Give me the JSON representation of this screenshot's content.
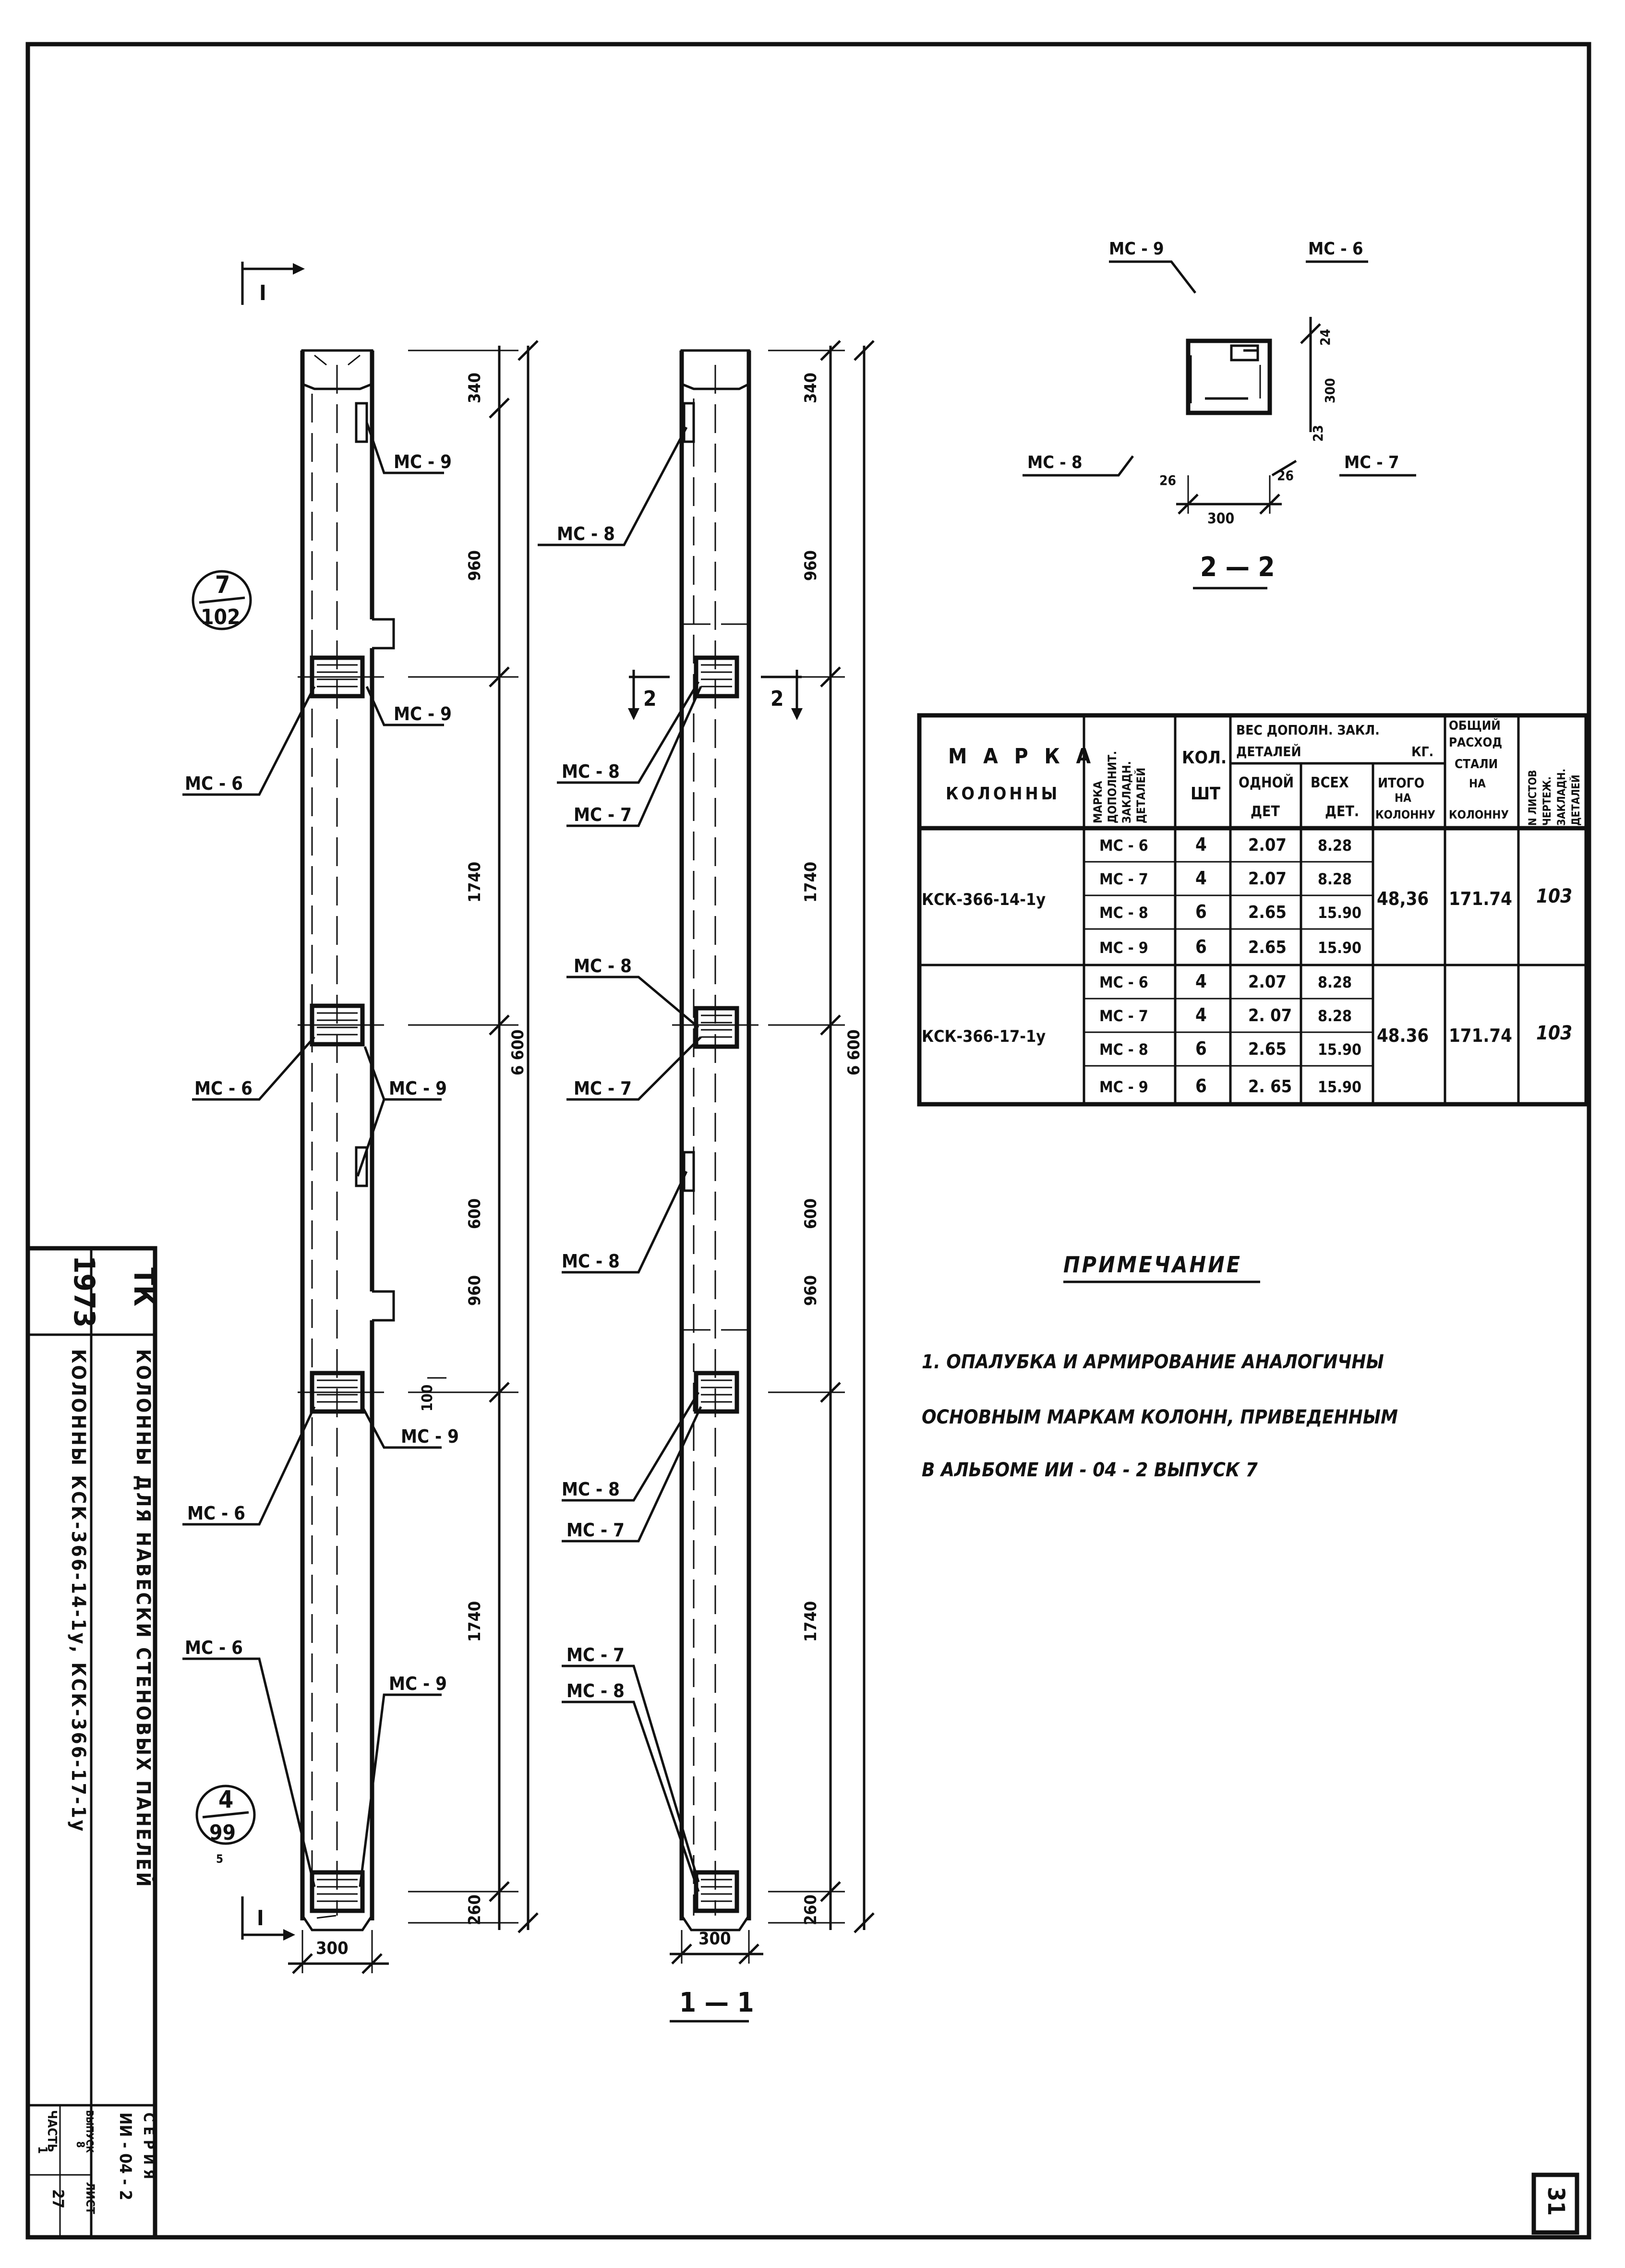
{
  "section_marks": {
    "cut1_top": "I",
    "cut1_bottom": "I",
    "cut2_left": "2",
    "cut2_right": "2",
    "section_1_1": "1 — 1",
    "section_2_2": "2 — 2"
  },
  "references": {
    "top": {
      "num": "7",
      "den": "102"
    },
    "bottom": {
      "num": "4",
      "den": "99"
    },
    "scribble": "5"
  },
  "dims_vertical": [
    "340",
    "960",
    "1740",
    "600",
    "960",
    "1740",
    "260"
  ],
  "dim_overall": "6 600",
  "dim_100": "100",
  "dim_width": "300",
  "section_2_2_dims": {
    "d24": "24",
    "d300": "300",
    "d23": "23",
    "d26a": "26",
    "d26b": "26",
    "d300b": "300"
  },
  "part_labels": {
    "mc6": "МС - 6",
    "mc7": "МС - 7",
    "mc8": "МС - 8",
    "mc9": "МС - 9"
  },
  "table": {
    "headers": {
      "mark": "М А Р К А\nКОЛОННЫ",
      "detail_mark": "МАРКА\nДОПОЛНИТ.\nЗАКЛАДН.\nДЕТАЛЕЙ",
      "qty": "КОЛ.\nШТ",
      "weight_group": "ВЕС ДОПОЛН. ЗАКЛ. ДЕТАЛЕЙ    КГ.",
      "one": "ОДНОЙ\nДЕТ",
      "all": "ВСЕХ\nДЕТ.",
      "total": "ИТОГО\nНА\nКОЛОННУ",
      "steel": "ОБЩИЙ\nРАСХОД\nСТАЛИ\nНА\nКОЛОННУ",
      "sheet": "N ЛИСТОВ\nЧЕРТЕЖ.\nЗАКЛАДН.\nДЕТАЛЕЙ"
    },
    "groups": [
      {
        "mark": "КСК-366-14-1у",
        "total": "48,36",
        "steel": "171.74",
        "sheet": "103",
        "rows": [
          {
            "detail": "МС - 6",
            "qty": "4",
            "one": "2.07",
            "all": "8.28"
          },
          {
            "detail": "МС - 7",
            "qty": "4",
            "one": "2.07",
            "all": "8.28"
          },
          {
            "detail": "МС - 8",
            "qty": "6",
            "one": "2.65",
            "all": "15.90"
          },
          {
            "detail": "МС - 9",
            "qty": "6",
            "one": "2.65",
            "all": "15.90"
          }
        ]
      },
      {
        "mark": "КСК-366-17-1у",
        "total": "48.36",
        "steel": "171.74",
        "sheet": "103",
        "rows": [
          {
            "detail": "МС - 6",
            "qty": "4",
            "one": "2.07",
            "all": "8.28"
          },
          {
            "detail": "МС - 7",
            "qty": "4",
            "one": "2. 07",
            "all": "8.28"
          },
          {
            "detail": "МС - 8",
            "qty": "6",
            "one": "2.65",
            "all": "15.90"
          },
          {
            "detail": "МС - 9",
            "qty": "6",
            "one": "2. 65",
            "all": "15.90"
          }
        ]
      }
    ]
  },
  "note": {
    "title": "ПРИМЕЧАНИЕ",
    "line1": "1. ОПАЛУБКА И АРМИРОВАНИЕ АНАЛОГИЧНЫ",
    "line2": "ОСНОВНЫМ МАРКАМ КОЛОНН, ПРИВЕДЕННЫМ",
    "line3": "В   АЛЬБОМЕ   ИИ - 04 - 2   ВЫПУСК 7"
  },
  "stamp": {
    "year": "1973",
    "org": "ТК",
    "title1": "КОЛОННЫ  ДЛЯ  НАВЕСКИ  СТЕНОВЫХ  ПАНЕЛЕЙ",
    "title2": "КОЛОННЫ  КСК-366-14-1у,  КСК-366-17-1у",
    "series_label": "С Е Р И Я",
    "series_value": "ИИ - 04 - 2",
    "issue_label": "ВЫПУСК",
    "issue_value": "8",
    "part_label": "ЧАСТЬ",
    "part_value": "1",
    "sheet_label": "ЛИСТ",
    "sheet_value": "27"
  },
  "page_number": "31"
}
